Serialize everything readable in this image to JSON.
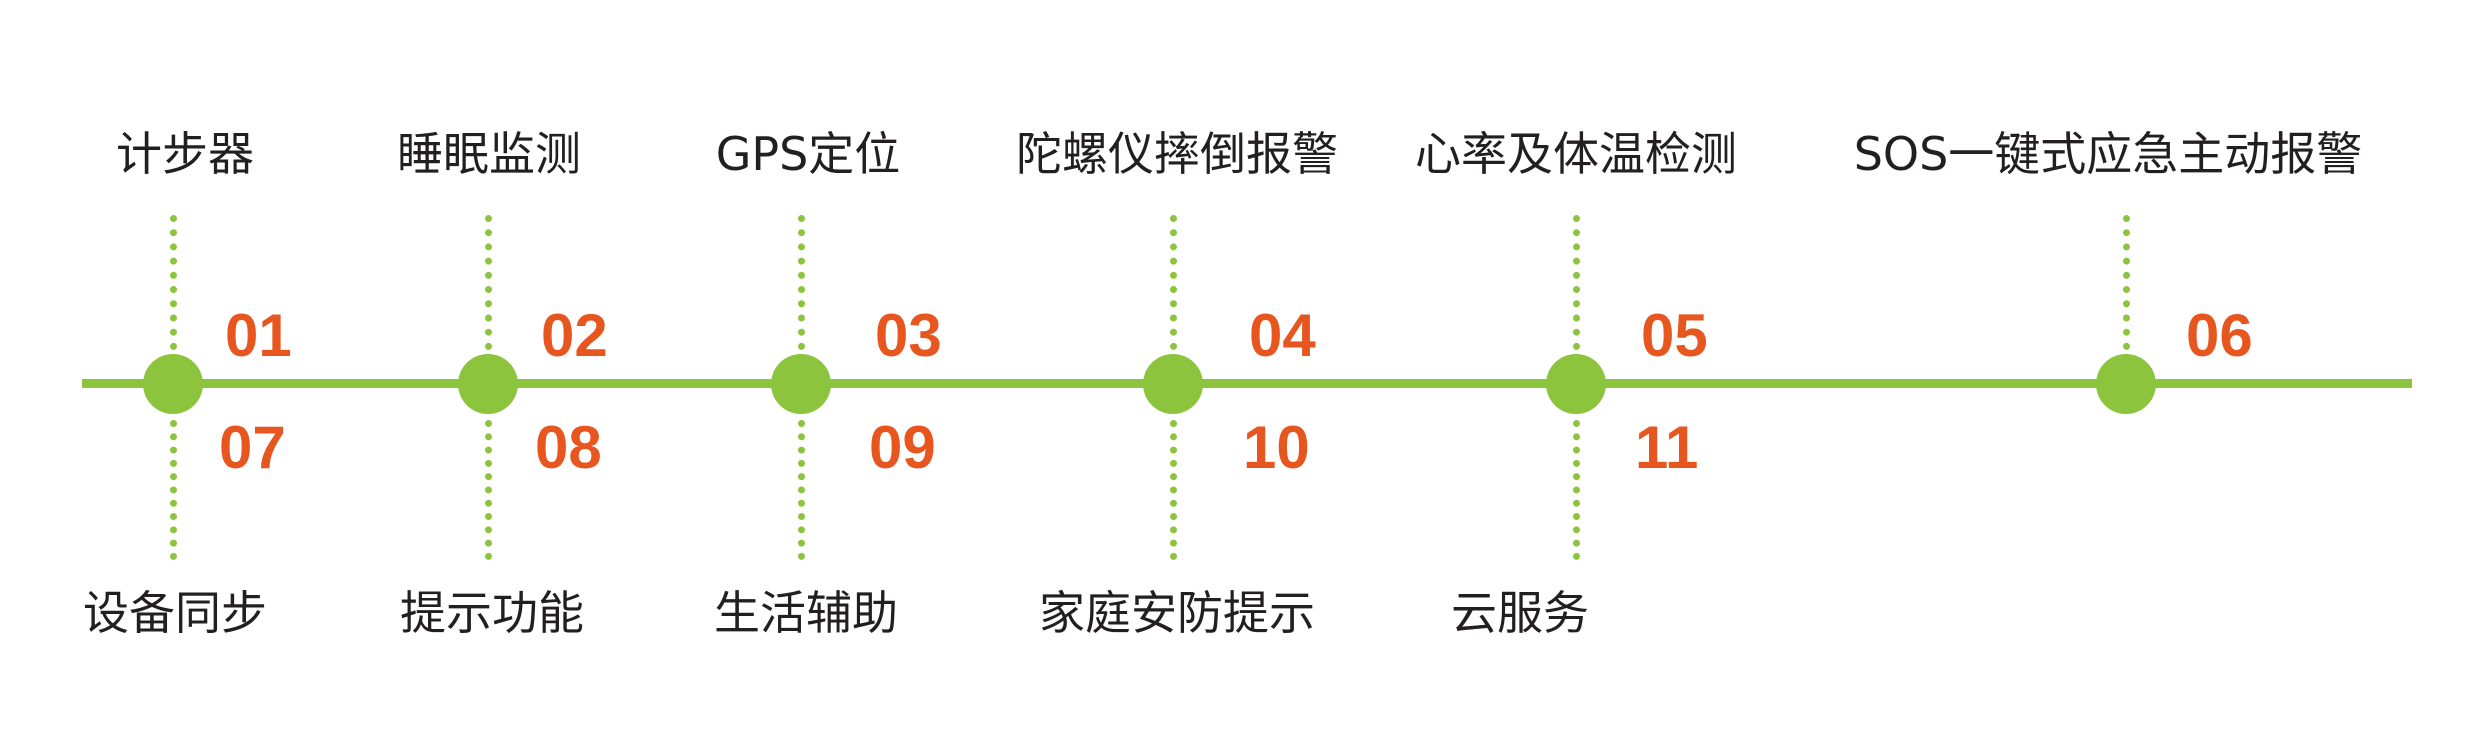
{
  "colors": {
    "line": "#8cc43e",
    "number": "#e8561f",
    "text": "#231f20",
    "background": "#ffffff"
  },
  "features": [
    {
      "top_label": "计步器",
      "top_num": "01",
      "bottom_num": "07",
      "bottom_label": "设备同步"
    },
    {
      "top_label": "睡眠监测",
      "top_num": "02",
      "bottom_num": "08",
      "bottom_label": "提示功能"
    },
    {
      "top_label": "GPS定位",
      "top_num": "03",
      "bottom_num": "09",
      "bottom_label": "生活辅助"
    },
    {
      "top_label": "陀螺仪摔倒报警",
      "top_num": "04",
      "bottom_num": "10",
      "bottom_label": "家庭安防提示"
    },
    {
      "top_label": "心率及体温检测",
      "top_num": "05",
      "bottom_num": "11",
      "bottom_label": "云服务"
    },
    {
      "top_label": "SOS一键式应急主动报警",
      "top_num": "06"
    }
  ]
}
